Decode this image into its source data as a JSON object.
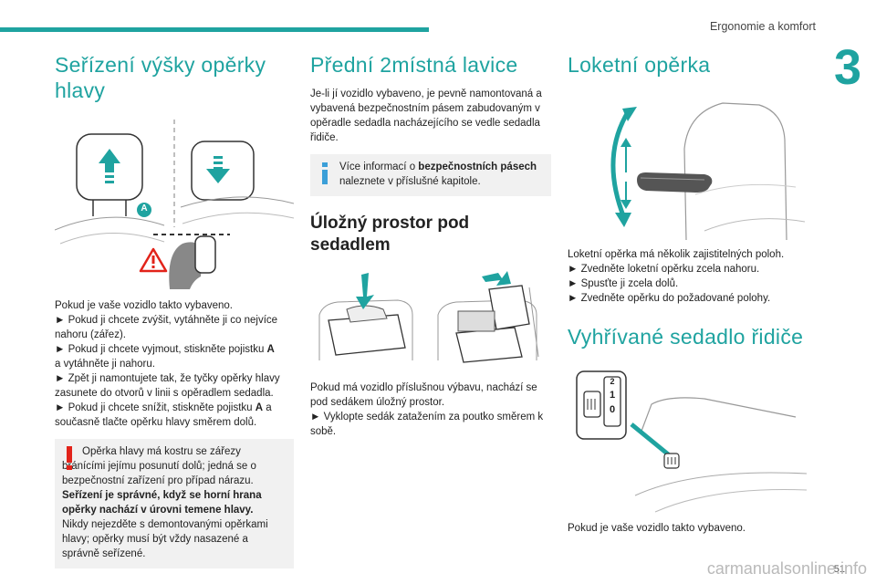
{
  "header": {
    "section_title": "Ergonomie a komfort",
    "chapter_number": "3"
  },
  "col1": {
    "title": "Seřízení výšky opěrky hlavy",
    "figure_label_a": "A",
    "lines": [
      "Pokud je vaše vozidlo takto vybaveno.",
      "► Pokud ji chcete zvýšit, vytáhněte ji co nejvíce nahoru (zářez).",
      "► Pokud ji chcete vyjmout, stiskněte pojistku ",
      "a vytáhněte ji nahoru.",
      "► Zpět ji namontujete tak, že tyčky opěrky hlavy zasunete do otvorů v linii s opěradlem sedadla.",
      "► Pokud ji chcete snížit, stiskněte pojistku ",
      " a současně tlačte opěrku hlavy směrem dolů."
    ],
    "bold_a": "A",
    "note": {
      "text1": "Opěrka hlavy má kostru se zářezy bránícími jejímu posunutí dolů; jedná se o bezpečnostní zařízení pro případ nárazu.",
      "bold": "Seřízení je správné, když se horní hrana opěrky nachází v úrovni temene hlavy.",
      "text2": "Nikdy nejezděte s demontovanými opěrkami hlavy; opěrky musí být vždy nasazené a správně seřízené."
    }
  },
  "col2": {
    "title": "Přední 2místná lavice",
    "para": "Je-li jí vozidlo vybaveno, je pevně namontovaná a vybavená bezpečnostním pásem zabudovaným v opěradle sedadla nacházejícího se vedle sedadla řidiče.",
    "info": {
      "pre": "Více informací o ",
      "bold": "bezpečnostních pásech",
      "post": " naleznete v příslušné kapitole."
    },
    "subtitle": "Úložný prostor pod sedadlem",
    "lines": [
      "Pokud má vozidlo příslušnou výbavu, nachází se pod sedákem úložný prostor.",
      "► Vyklopte sedák zatažením za poutko směrem k sobě."
    ]
  },
  "col3": {
    "title": "Loketní opěrka",
    "lines": [
      "Loketní opěrka má několik zajistitelných poloh.",
      "► Zvedněte loketní opěrku zcela nahoru.",
      "► Spusťte ji zcela dolů.",
      "► Zvedněte opěrku do požadované polohy."
    ],
    "title2": "Vyhřívané sedadlo řidiče",
    "switch_labels": [
      "2",
      "1",
      "0"
    ],
    "para2": "Pokud je vaše vozidlo takto vybaveno."
  },
  "footer": {
    "page_number": "51",
    "watermark": "carmanualsonline.info"
  },
  "colors": {
    "accent": "#1fa3a0",
    "warning": "#e2231a",
    "info": "#3b9fd8",
    "note_bg": "#f1f1f1"
  }
}
